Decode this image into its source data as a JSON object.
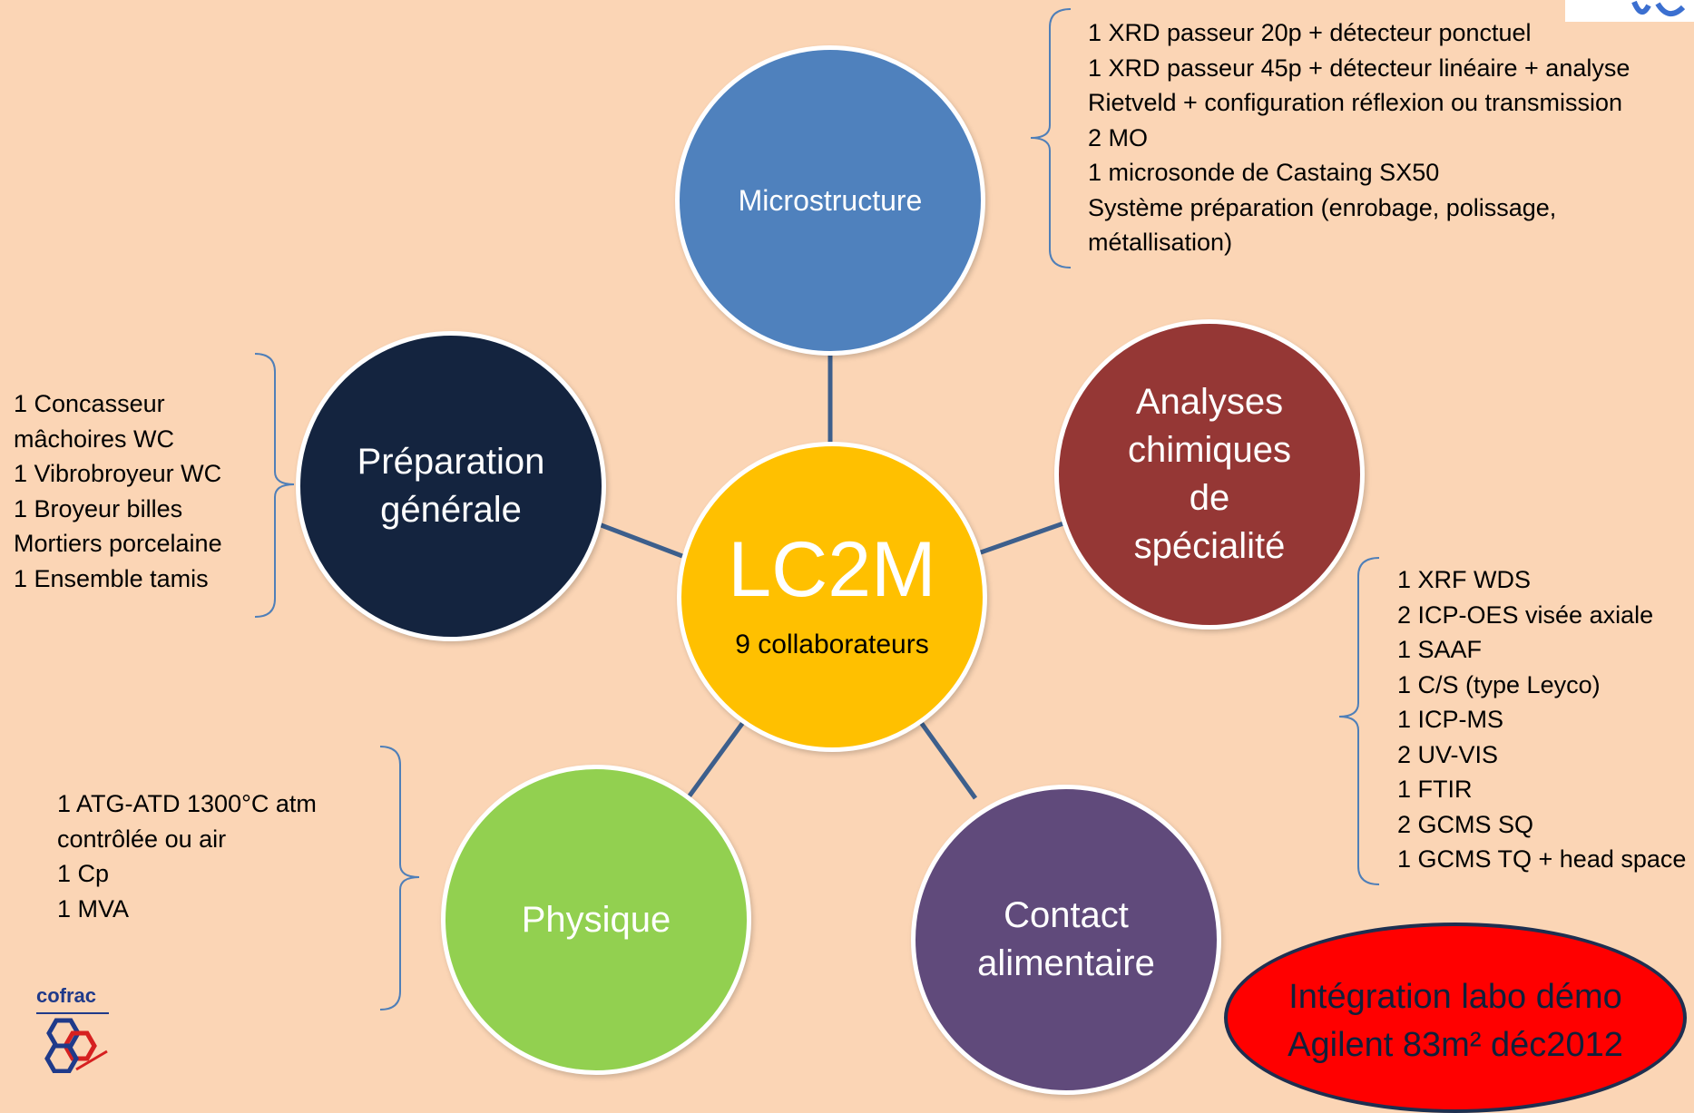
{
  "center": {
    "title": "LC2M",
    "subtitle": "9 collaborateurs"
  },
  "nodes": {
    "microstructure": {
      "label": "Microstructure"
    },
    "preparation": {
      "lines": [
        "Préparation",
        "générale"
      ]
    },
    "analyses": {
      "lines": [
        "Analyses",
        "chimiques",
        "de",
        "spécialité"
      ]
    },
    "physique": {
      "label": "Physique"
    },
    "contact": {
      "lines": [
        "Contact",
        "alimentaire"
      ]
    }
  },
  "notes": {
    "microstructure": [
      "1 XRD passeur 20p + détecteur ponctuel",
      "1 XRD passeur 45p + détecteur linéaire + analyse Rietveld +  configuration réflexion ou transmission",
      "2 MO",
      "1 microsonde de Castaing SX50",
      "Système préparation (enrobage, polissage, métallisation)"
    ],
    "preparation": [
      "1 Concasseur",
      "mâchoires WC",
      "1 Vibrobroyeur WC",
      "1 Broyeur billes",
      "Mortiers porcelaine",
      "1 Ensemble tamis"
    ],
    "analyses": [
      "1 XRF WDS",
      "2 ICP-OES visée axiale",
      "1 SAAF",
      "1 C/S (type Leyco)",
      "1 ICP-MS",
      "2 UV-VIS",
      "1 FTIR",
      "2 GCMS SQ",
      "1 GCMS TQ + head space"
    ],
    "physique": [
      "1 ATG-ATD 1300°C atm contrôlée ou air",
      "1 Cp",
      "1 MVA"
    ]
  },
  "badge": {
    "lines": [
      "Intégration labo démo",
      "Agilent 83m² déc2012"
    ]
  },
  "logo": {
    "text": "cofrac"
  },
  "colors": {
    "background": "#fbd5b5",
    "center": "#ffc000",
    "microstructure": "#4f81bd",
    "preparation": "#14243f",
    "analyses": "#953735",
    "physique": "#92d050",
    "contact": "#604a7b",
    "connector": "#3d5f8c",
    "bracket": "#4f7fb8",
    "badge": "#ff0000"
  }
}
